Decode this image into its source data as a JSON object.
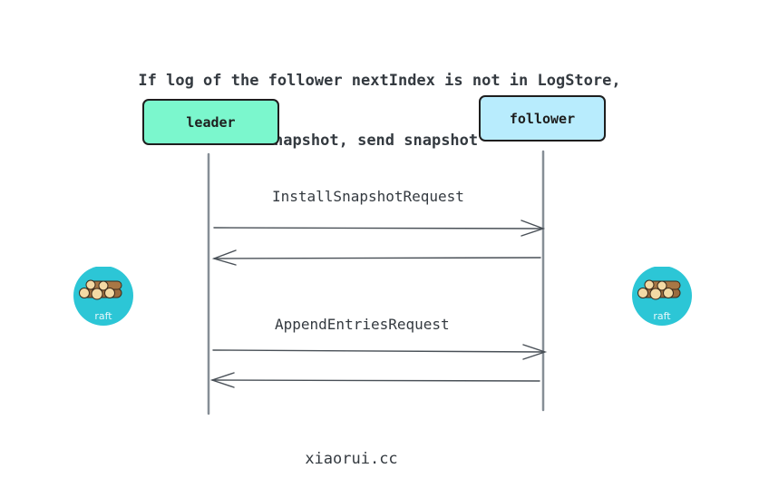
{
  "title": {
    "line1": "If log of the follower nextIndex is not in LogStore,",
    "line2": "it's in snapshot, send snapshot"
  },
  "participants": {
    "leader": {
      "label": "leader",
      "color": "#7bf7cd"
    },
    "follower": {
      "label": "follower",
      "color": "#b8ecfd"
    }
  },
  "messages": [
    {
      "label": "InstallSnapshotRequest",
      "direction": "leader-to-follower"
    },
    {
      "label": "",
      "direction": "follower-to-leader"
    },
    {
      "label": "AppendEntriesRequest",
      "direction": "leader-to-follower"
    },
    {
      "label": "",
      "direction": "follower-to-leader"
    }
  ],
  "logo": {
    "text": "raft",
    "color": "#28c5d6"
  },
  "footer": "xiaorui.cc"
}
